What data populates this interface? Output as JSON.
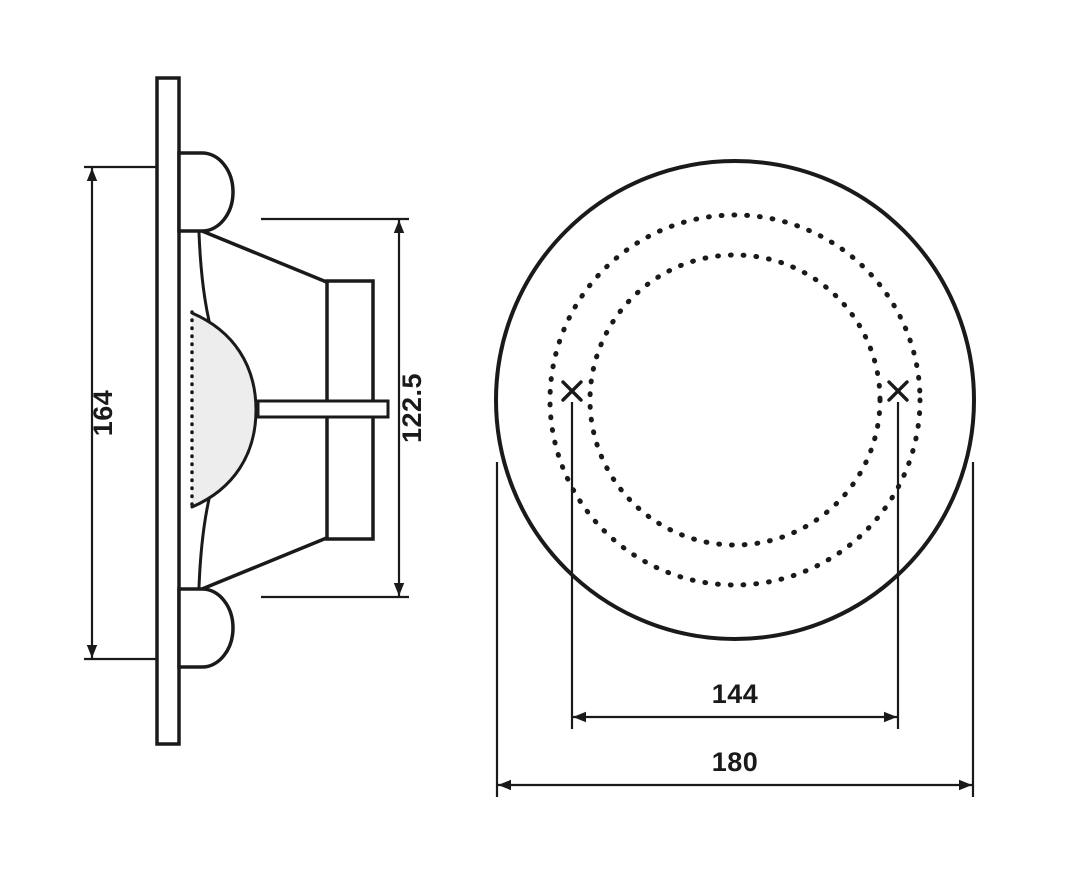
{
  "colors": {
    "background": "#ffffff",
    "line": "#1a1a1a",
    "shading": "#ededed"
  },
  "drawing": {
    "type": "technical-dimension-drawing",
    "subject": "recessed-round-speaker",
    "side": {
      "overall_height": "164",
      "inner_height": "122.5"
    },
    "front": {
      "mounting_hole_spacing": "144",
      "overall_diameter": "180"
    }
  }
}
